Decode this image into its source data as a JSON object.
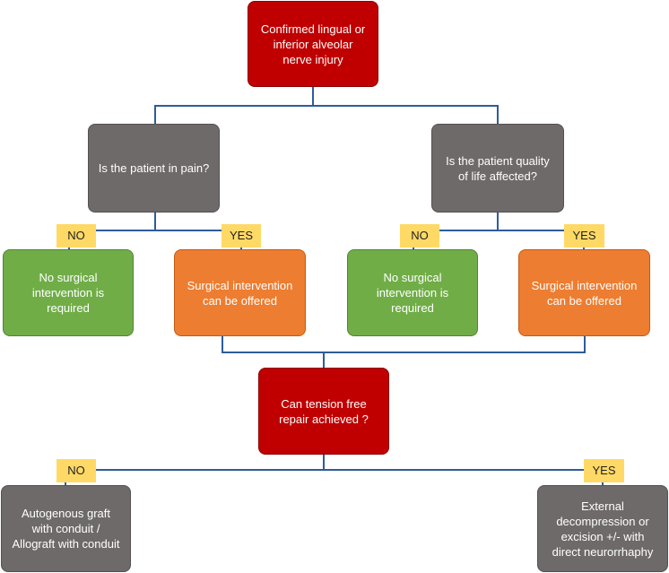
{
  "nodes": {
    "root": "Confirmed lingual or inferior alveolar nerve injury",
    "question_pain": "Is the patient in pain?",
    "question_quality": "Is the patient quality of life affected?",
    "left_no_outcome": "No surgical intervention is required",
    "left_yes_outcome": "Surgical intervention can be offered",
    "right_no_outcome": "No surgical intervention is required",
    "right_yes_outcome": "Surgical intervention can be offered",
    "question_tension": "Can tension free repair achieved ?",
    "graft_outcome": "Autogenous graft with conduit / Allograft with conduit",
    "decompression_outcome": "External decompression or excision +/- with direct neurorrhaphy"
  },
  "labels": {
    "left_no": "NO",
    "left_yes": "YES",
    "right_no": "NO",
    "right_yes": "YES",
    "bottom_no": "NO",
    "bottom_yes": "YES"
  },
  "colors": {
    "connector": "#2e5c9a",
    "decision_red": "#c00000",
    "question_gray": "#6e6a69",
    "no_green": "#70ad47",
    "yes_orange": "#ed7d31",
    "label_yellow": "#ffd966"
  }
}
